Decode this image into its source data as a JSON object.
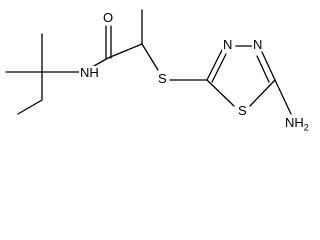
{
  "molecule": {
    "atoms": {
      "o": "O",
      "nh": "NH",
      "s_link": "S",
      "n_top": "N",
      "n_right": "N",
      "s_ring": "S",
      "nh2": "NH",
      "nh2_subscript": "2"
    }
  }
}
